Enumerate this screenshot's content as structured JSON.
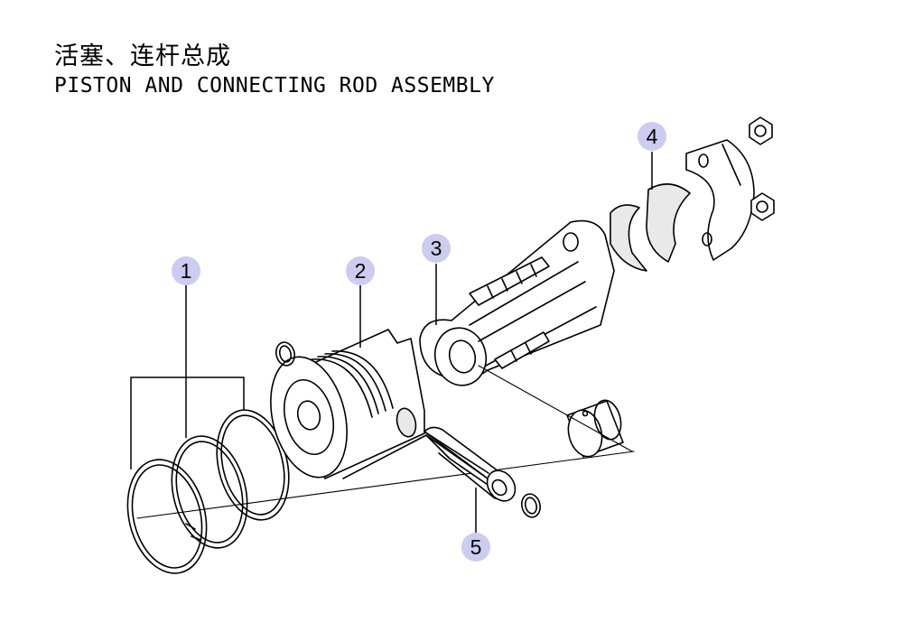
{
  "title": {
    "chinese": "活塞、连杆总成",
    "english": "PISTON AND CONNECTING ROD ASSEMBLY"
  },
  "callouts": [
    {
      "id": "1",
      "label": "1"
    },
    {
      "id": "2",
      "label": "2"
    },
    {
      "id": "3",
      "label": "3"
    },
    {
      "id": "4",
      "label": "4"
    },
    {
      "id": "5",
      "label": "5"
    }
  ],
  "colors": {
    "callout_bubble": "#ccccf0",
    "line": "#000000",
    "background": "#ffffff"
  }
}
